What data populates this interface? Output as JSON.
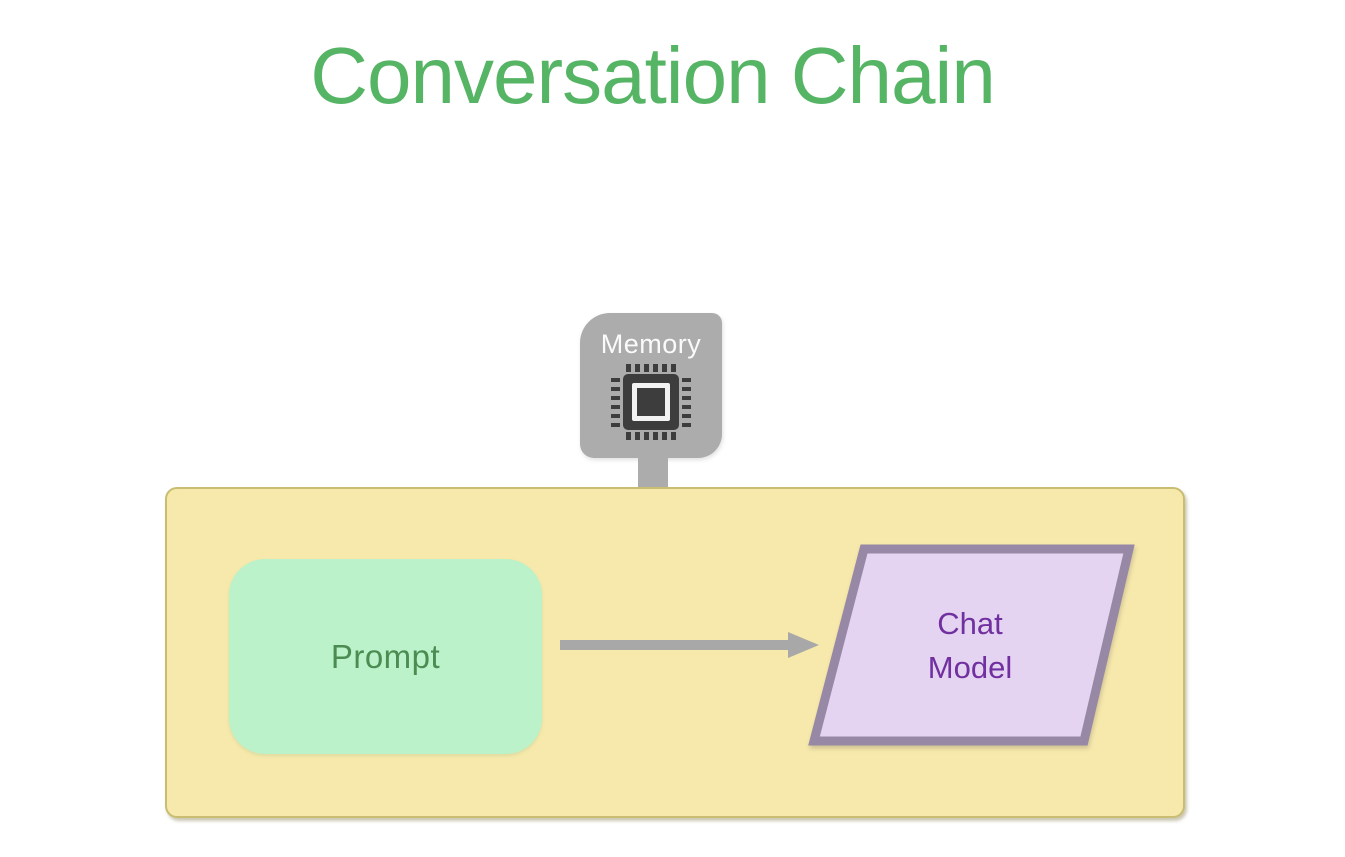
{
  "title": "Conversation Chain",
  "memory": {
    "label": "Memory",
    "icon": "cpu-chip-icon"
  },
  "container": {
    "prompt": {
      "label": "Prompt"
    },
    "arrow": {
      "direction": "right",
      "from": "Prompt",
      "to": "Chat Model"
    },
    "chat_model": {
      "lines": [
        "Chat",
        "Model"
      ]
    }
  },
  "colors": {
    "title_green": "#56B465",
    "container_fill": "#F7E9AC",
    "container_border": "#C9BD72",
    "prompt_fill": "#BCF2C9",
    "prompt_text": "#4A8C52",
    "memory_gray": "#ACACAC",
    "chip_dark": "#3D3D3D",
    "arrow_gray": "#A8A8A8",
    "chat_model_fill": "#E5D4F1",
    "chat_model_border": "#9788A5",
    "chat_model_text": "#7030A0",
    "background": "#FFFFFF"
  }
}
